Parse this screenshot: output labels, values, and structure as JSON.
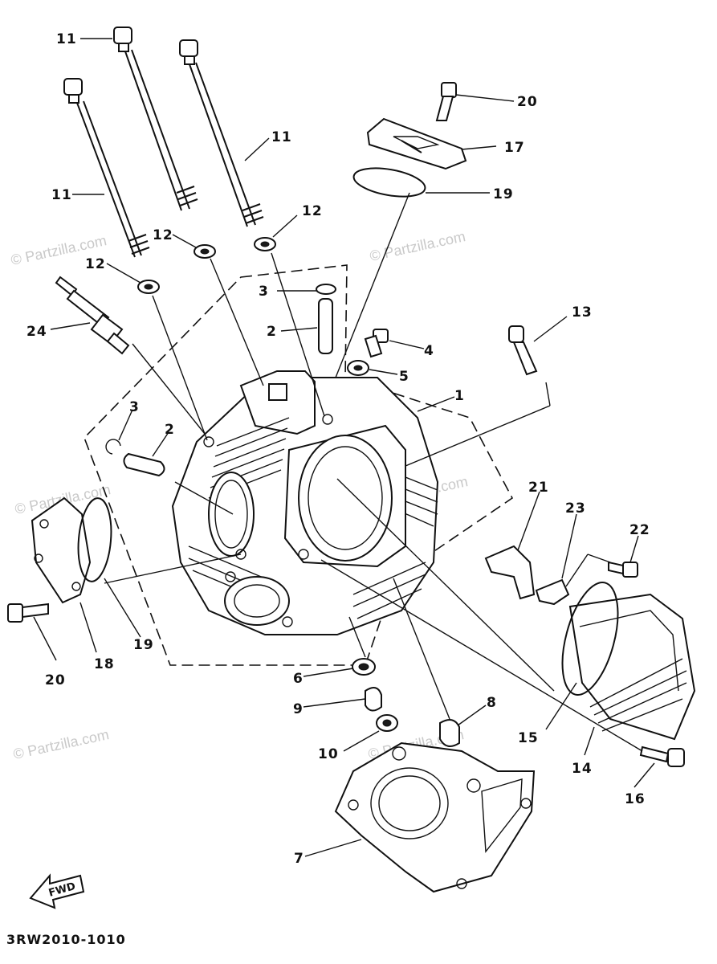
{
  "watermark": "© Partzilla.com",
  "diagram_code": "3RW2010-1010",
  "fwd_label": "FWD",
  "callouts": {
    "c1": "1",
    "c2a": "2",
    "c2b": "2",
    "c3a": "3",
    "c3b": "3",
    "c4": "4",
    "c5": "5",
    "c6": "6",
    "c7": "7",
    "c8": "8",
    "c9": "9",
    "c10": "10",
    "c11a": "11",
    "c11b": "11",
    "c11c": "11",
    "c12a": "12",
    "c12b": "12",
    "c12c": "12",
    "c13": "13",
    "c14": "14",
    "c15": "15",
    "c16": "16",
    "c17": "17",
    "c18": "18",
    "c19a": "19",
    "c19b": "19",
    "c20a": "20",
    "c20b": "20",
    "c21": "21",
    "c22": "22",
    "c23": "23",
    "c24": "24"
  }
}
